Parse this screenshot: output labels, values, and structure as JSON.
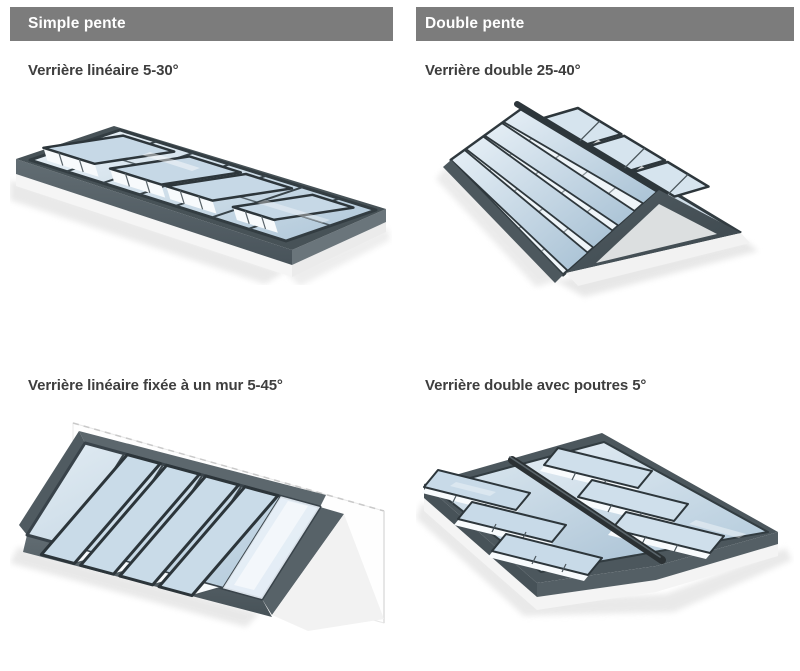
{
  "page": {
    "background": "#ffffff"
  },
  "columns": [
    {
      "header": "Simple pente",
      "items": [
        {
          "caption": "Verrière linéaire 5-30°",
          "illustration": "verriere-lineaire-render"
        },
        {
          "caption": "Verrière linéaire fixée à un mur 5-45°",
          "illustration": "verriere-lineaire-murale-render"
        }
      ]
    },
    {
      "header": "Double pente",
      "items": [
        {
          "caption": "Verrière double 25-40°",
          "illustration": "verriere-double-render"
        },
        {
          "caption": "Verrière double avec poutres 5°",
          "illustration": "verriere-double-poutres-render"
        }
      ]
    }
  ],
  "colors": {
    "header_bg": "#7c7c7c",
    "header_text": "#ffffff",
    "caption_text": "#3e3e3e",
    "frame_dark": "#2e373c",
    "curb_gray": "#525d63",
    "glass_light": "#e8f1f7",
    "glass_mid": "#b7cdde",
    "slab_white": "#f4f4f4",
    "shadow": "#e2e2e2"
  }
}
